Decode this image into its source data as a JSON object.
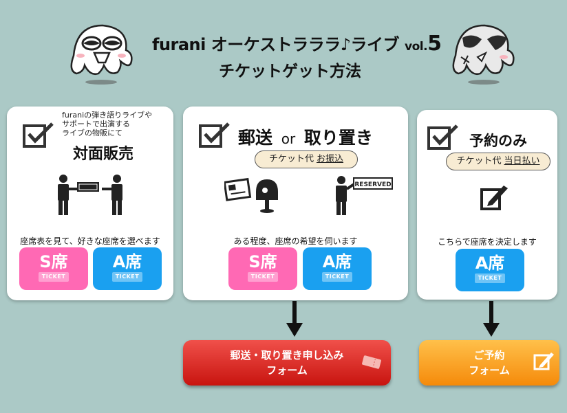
{
  "header": {
    "title_main": "furani オーケストラララ♪ライブ",
    "title_vol": "vol.",
    "title_num": "5",
    "subtitle": "チケットゲット方法"
  },
  "cards": {
    "face": {
      "note": "furaniの弾き語りライブや\nサポートで出演する\nライブの物販にて",
      "title": "対面販売",
      "caption": "座席表を見て、好きな座席を選べます",
      "seat_s": "S席",
      "seat_a": "A席",
      "ticket_text": "TICKET"
    },
    "mail": {
      "title_a": "郵送",
      "title_or": "or",
      "title_b": "取り置き",
      "pill_label": "チケット代",
      "pill_value": "お振込",
      "reserved_sign": "RESERVED",
      "caption": "ある程度、座席の希望を伺います",
      "seat_s": "S席",
      "seat_a": "A席",
      "ticket_text": "TICKET"
    },
    "reserve": {
      "title": "予約のみ",
      "pill_label": "チケット代",
      "pill_value": "当日払い",
      "caption": "こちらで座席を決定します",
      "seat_a": "A席",
      "ticket_text": "TICKET"
    }
  },
  "buttons": {
    "mail_form_line1": "郵送・取り置き申し込み",
    "mail_form_line2": "フォーム",
    "reserve_form_line1": "ご予約",
    "reserve_form_line2": "フォーム"
  },
  "colors": {
    "background": "#abc9c6",
    "seat_s": "#ff69b4",
    "seat_a": "#1aa0f0",
    "form_red": "#e0302a",
    "form_orange": "#f9a020",
    "pill": "#f8ecd3"
  }
}
